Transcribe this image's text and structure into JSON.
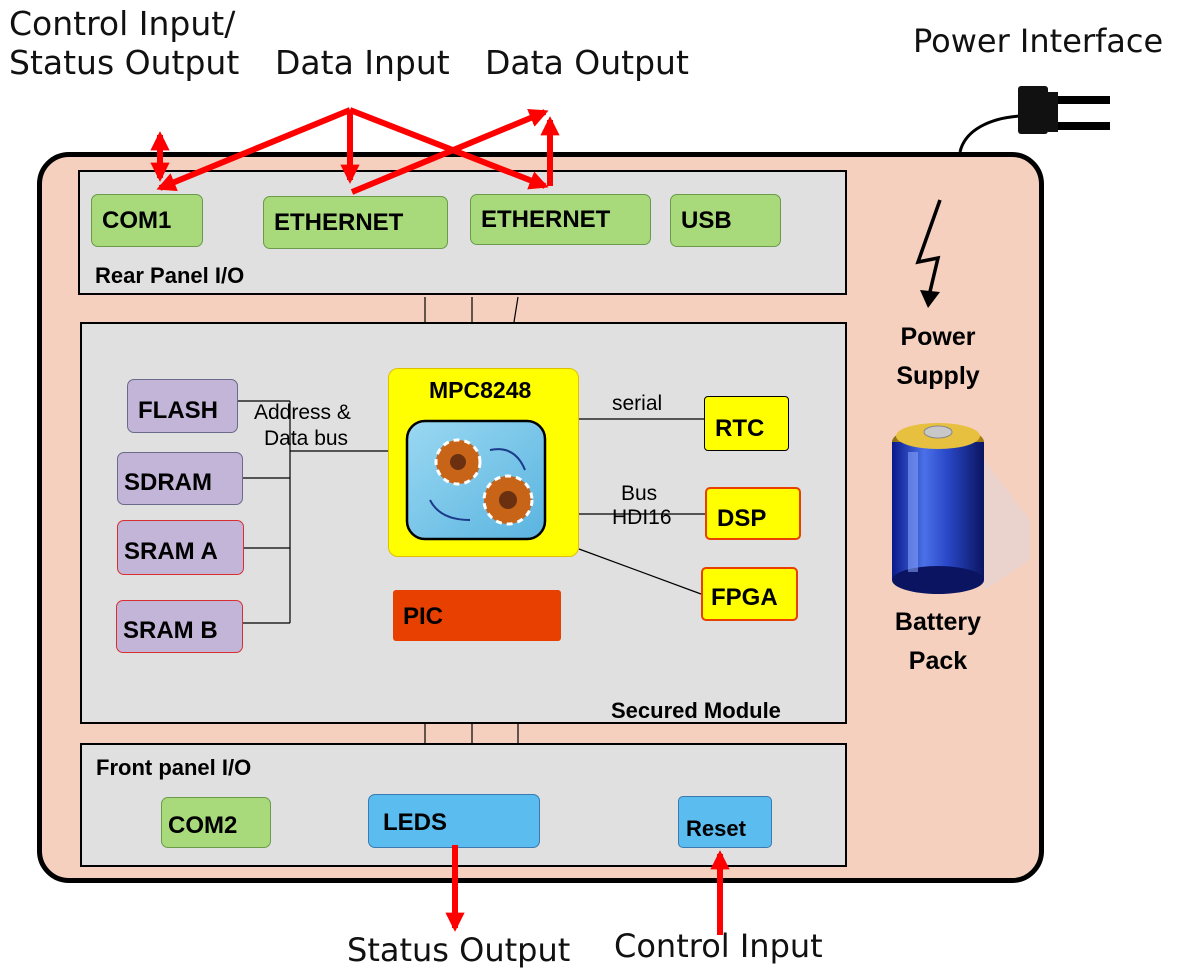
{
  "top_labels": {
    "control_status_line1": "Control Input/",
    "control_status_line2": "Status Output",
    "data_input": "Data Input",
    "data_output": "Data Output",
    "power_interface": "Power Interface"
  },
  "rear_panel": {
    "title": "Rear Panel I/O",
    "ports": [
      "COM1",
      "ETHERNET",
      "ETHERNET",
      "USB"
    ]
  },
  "secured_module": {
    "title": "Secured Module",
    "memories": [
      "FLASH",
      "SDRAM",
      "SRAM A",
      "SRAM B"
    ],
    "bus_label_line1": "Address &",
    "bus_label_line2": "Data bus",
    "cpu": "MPC8248",
    "serial_label": "serial",
    "bus_hdi_line1": "Bus",
    "bus_hdi_line2": "HDI16",
    "rtc": "RTC",
    "dsp": "DSP",
    "fpga": "FPGA",
    "pic": "PIC"
  },
  "front_panel": {
    "title": "Front panel I/O",
    "com2": "COM2",
    "leds": "LEDS",
    "reset": "Reset"
  },
  "side": {
    "power_supply_line1": "Power",
    "power_supply_line2": "Supply",
    "battery_line1": "Battery",
    "battery_line2": "Pack"
  },
  "bottom_labels": {
    "status_output": "Status Output",
    "control_input": "Control Input"
  },
  "colors": {
    "enclosure": "#f5d0bf",
    "panel": "#e0e0e0",
    "green": "#a8da7c",
    "purple": "#c2b5d8",
    "yellow": "#ffff00",
    "orange_red": "#e84000",
    "blue": "#5bbcf0",
    "arrow": "#ff0000"
  }
}
